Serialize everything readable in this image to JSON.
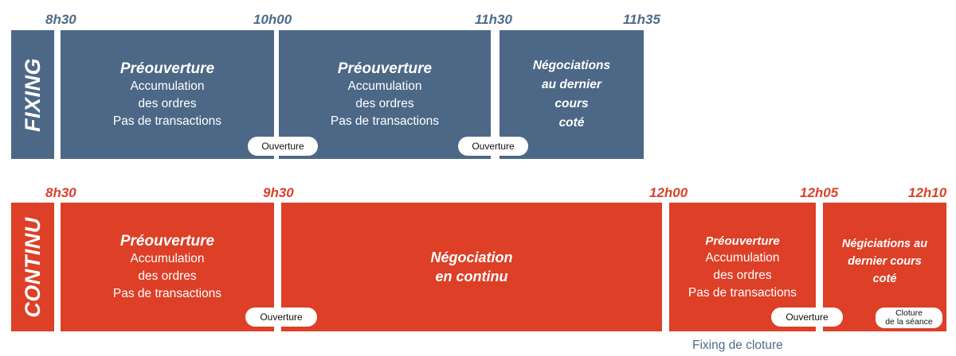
{
  "fixing": {
    "label": "FIXING",
    "times": [
      "8h30",
      "10h00",
      "11h30",
      "11h35"
    ],
    "blocks": [
      {
        "title": "Préouverture",
        "lines": [
          "Accumulation",
          "des ordres",
          "Pas de transactions"
        ]
      },
      {
        "title": "Préouverture",
        "lines": [
          "Accumulation",
          "des ordres",
          "Pas de transactions"
        ]
      },
      {
        "lines": [
          "Négociations",
          "au dernier",
          "cours",
          "coté"
        ]
      }
    ],
    "pills": [
      "Ouverture",
      "Ouverture"
    ]
  },
  "continu": {
    "label": "CONTINU",
    "times": [
      "8h30",
      "9h30",
      "12h00",
      "12h05",
      "12h10"
    ],
    "blocks": [
      {
        "title": "Préouverture",
        "lines": [
          "Accumulation",
          "des ordres",
          "Pas de transactions"
        ]
      },
      {
        "lines": [
          "Négociation",
          "en continu"
        ]
      },
      {
        "title": "Préouverture",
        "lines": [
          "Accumulation",
          "des ordres",
          "Pas de transactions"
        ]
      },
      {
        "lines": [
          "Négiciations au",
          "dernier cours",
          "coté"
        ]
      }
    ],
    "pills": [
      "Ouverture",
      "Ouverture"
    ],
    "closing_pill": [
      "Cloture",
      "de la séance"
    ],
    "caption": "Fixing de cloture"
  },
  "colors": {
    "fixing": "#4c6886",
    "continu": "#dd3f27",
    "fixing_text": "#4e6b88",
    "continu_text": "#d9412c"
  }
}
